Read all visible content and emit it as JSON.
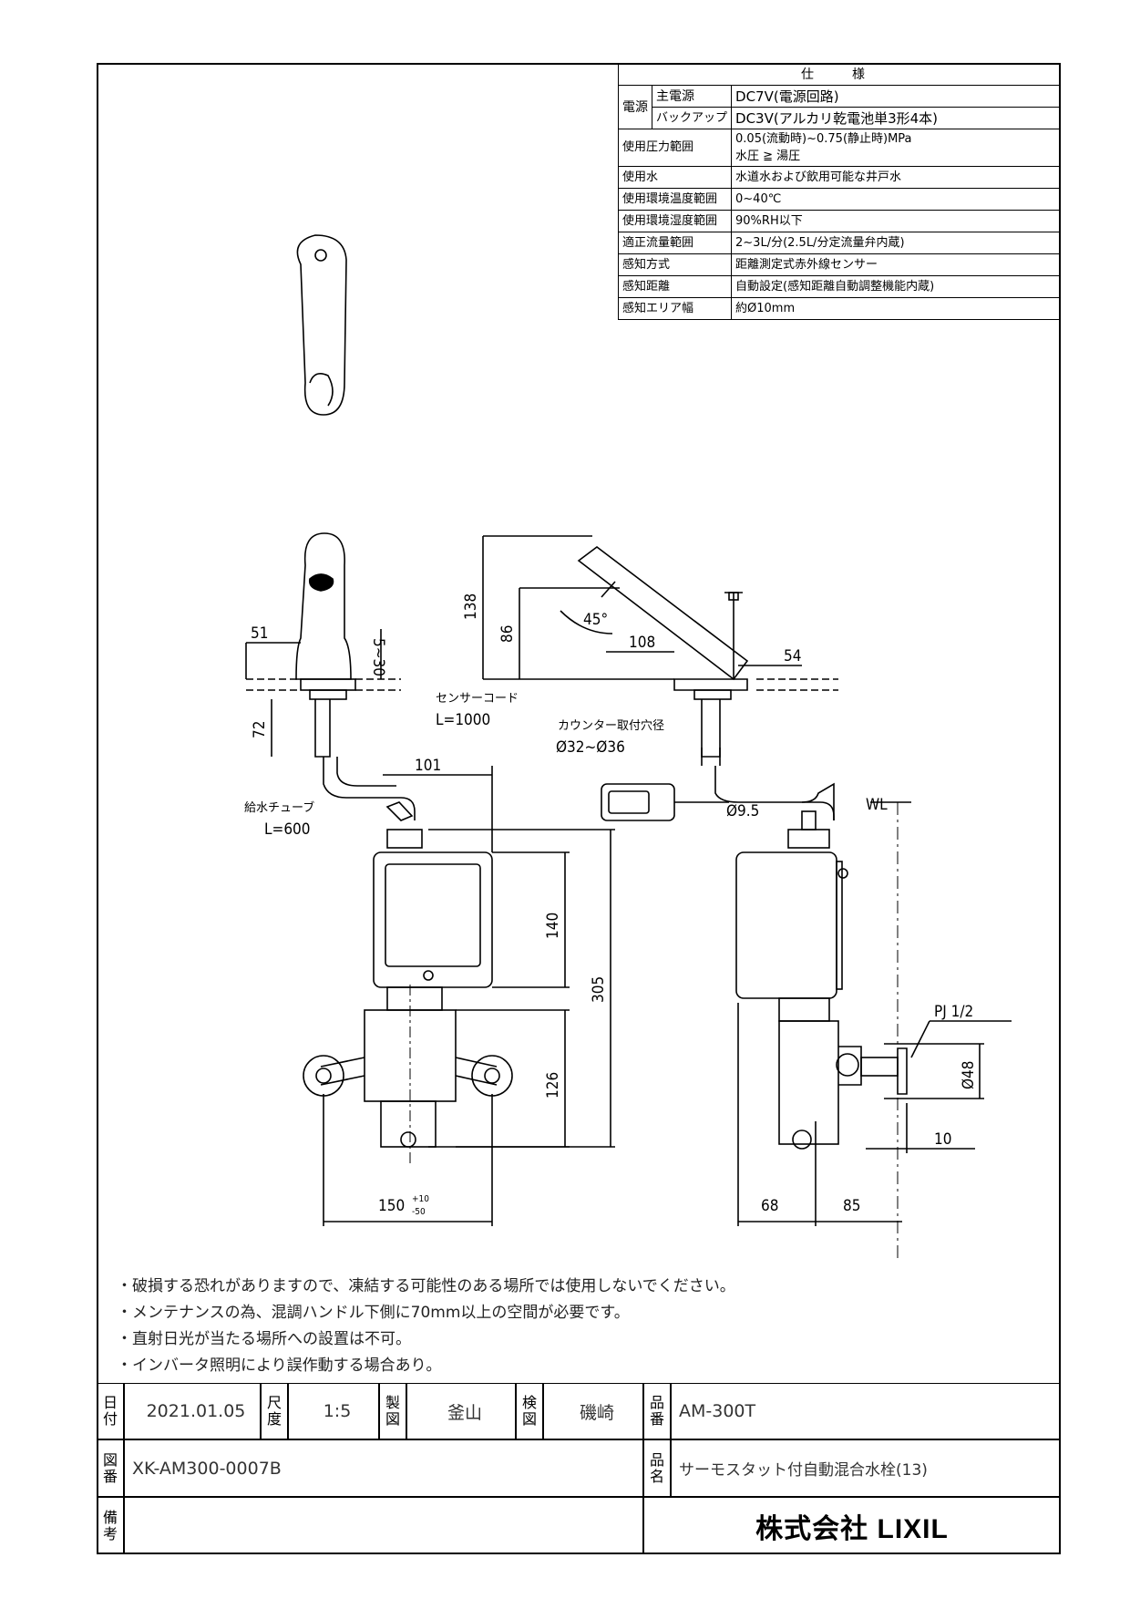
{
  "spec": {
    "header": "仕　様",
    "rows": [
      {
        "group": "電源",
        "label": "主電源",
        "value": "DC7V(電源回路)"
      },
      {
        "group": "",
        "label": "バックアップ",
        "value": "DC3V(アルカリ乾電池単3形4本)"
      },
      {
        "label": "使用圧力範囲",
        "value": "0.05(流動時)~0.75(静止時)MPa",
        "value2": "水圧 ≧ 湯圧"
      },
      {
        "label": "使用水",
        "value": "水道水および飲用可能な井戸水"
      },
      {
        "label": "使用環境温度範囲",
        "value": "0~40℃"
      },
      {
        "label": "使用環境湿度範囲",
        "value": "90%RH以下"
      },
      {
        "label": "適正流量範囲",
        "value": "2~3L/分(2.5L/分定流量弁内蔵)"
      },
      {
        "label": "感知方式",
        "value": "距離測定式赤外線センサー"
      },
      {
        "label": "感知距離",
        "value": "自動設定(感知距離自動調整機能内蔵)"
      },
      {
        "label": "感知エリア幅",
        "value": "約Ø10mm"
      }
    ]
  },
  "drawing": {
    "dims": {
      "d51": "51",
      "d5_30": "5~30",
      "d72": "72",
      "d138": "138",
      "d86": "86",
      "d45": "45°",
      "d108": "108",
      "d54": "54",
      "d101": "101",
      "d140": "140",
      "d305": "305",
      "d126": "126",
      "d150": "150",
      "d150_tol_up": "+10",
      "d150_tol_dn": "-50",
      "d9_5": "Ø9.5",
      "wl": "WL",
      "pj": "PJ 1/2",
      "d48": "Ø48",
      "d10": "10",
      "d68": "68",
      "d85": "85"
    },
    "labels": {
      "sensor_cord": "センサーコード",
      "sensor_cord_len": "L=1000",
      "counter_hole": "カウンター取付穴径",
      "counter_hole_val": "Ø32~Ø36",
      "supply_tube": "給水チューブ",
      "supply_tube_len": "L=600"
    }
  },
  "notes": [
    "・破損する恐れがありますので、凍結する可能性のある場所では使用しないでください。",
    "・メンテナンスの為、混調ハンドル下側に70mm以上の空間が必要です。",
    "・直射日光が当たる場所への設置は不可。",
    "・インバータ照明により誤作動する場合あり。"
  ],
  "title_block": {
    "date_label": "日付",
    "date": "2021.01.05",
    "scale_label": "尺度",
    "scale": "1:5",
    "drawn_label": "製図",
    "drawn": "釜山",
    "checked_label": "検図",
    "checked": "磯崎",
    "part_no_label": "品番",
    "part_no": "AM-300T",
    "drawing_no_label": "図番",
    "drawing_no": "XK-AM300-0007B",
    "product_name_label": "品名",
    "product_name": "サーモスタット付自動混合水栓(13)",
    "remarks_label": "備考",
    "company": "株式会社 LIXIL"
  }
}
